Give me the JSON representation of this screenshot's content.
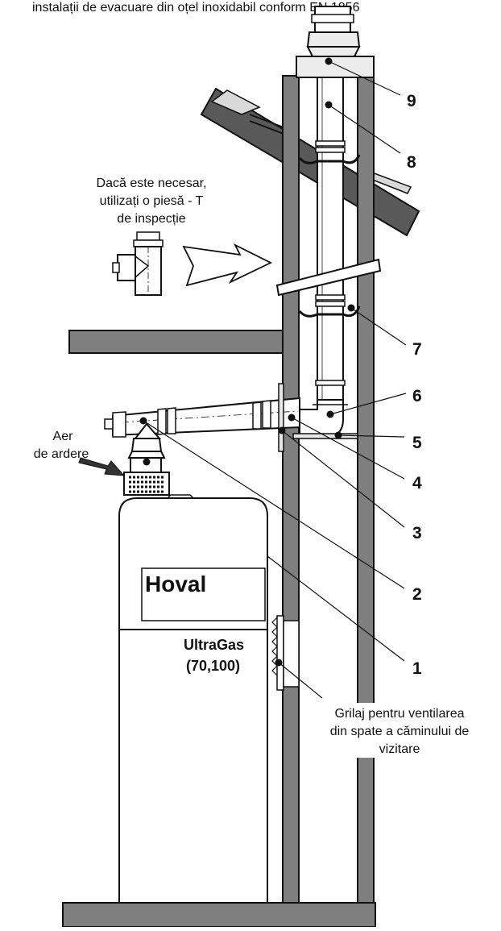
{
  "header_text": "instalații de evacuare din oțel inoxidabil conform EN 1856",
  "inspection_note": [
    "Dacă este necesar,",
    "utilizați o piesă - T",
    "de inspecție"
  ],
  "combustion_air": [
    "Aer",
    "de ardere"
  ],
  "boiler": {
    "brand": "Hoval",
    "model": "UltraGas",
    "model_range": "(70,100)"
  },
  "grille_note": [
    "Grilaj pentru ventilarea",
    "din spate a căminului de",
    "vizitare"
  ],
  "callouts": [
    "1",
    "2",
    "3",
    "4",
    "5",
    "6",
    "7",
    "8",
    "9"
  ],
  "colors": {
    "masonry": "#7f7f7f",
    "roof": "#595959",
    "line": "#111111",
    "background": "#ffffff"
  }
}
